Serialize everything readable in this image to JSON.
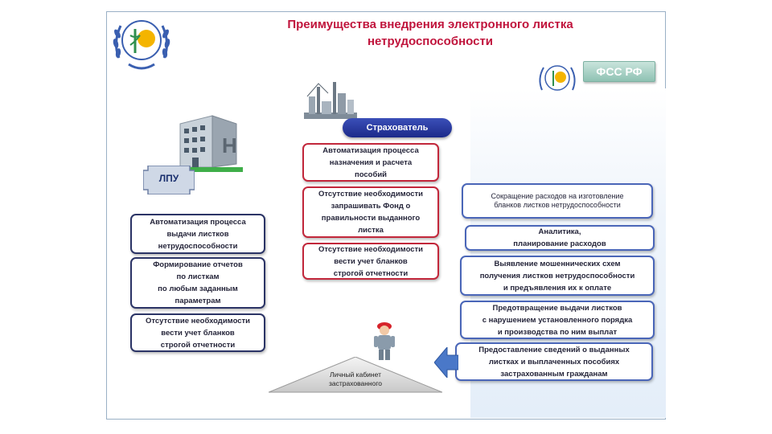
{
  "title": {
    "line1": "Преимущества внедрения электронного листка",
    "line2": "нетрудоспособности"
  },
  "badges": {
    "fss": "ФСС РФ",
    "lpu": "ЛПУ",
    "insurer": "Страхователь",
    "building_letter": "Н"
  },
  "insurer_boxes": [
    {
      "lines": [
        "Автоматизация процесса",
        "назначения и расчета",
        "пособий"
      ]
    },
    {
      "lines": [
        "Отсутствие необходимости",
        "запрашивать Фонд о",
        "правильности выданного",
        "листка"
      ]
    },
    {
      "lines": [
        "Отсутствие необходимости",
        "вести учет бланков",
        "строгой отчетности"
      ]
    }
  ],
  "lpu_boxes": [
    {
      "lines": [
        "Автоматизация процесса",
        "выдачи листков",
        "нетрудоспособности"
      ]
    },
    {
      "lines": [
        "Формирование отчетов",
        "по листкам",
        "по любым заданным",
        "параметрам"
      ]
    },
    {
      "lines": [
        "Отсутствие необходимости",
        "вести учет бланков",
        "строгой отчетности"
      ]
    }
  ],
  "fss_boxes": [
    {
      "lines": [
        "Сокращение расходов на изготовление",
        "бланков листков нетрудоспособности"
      ]
    },
    {
      "lines": [
        "Аналитика,",
        "планирование расходов"
      ]
    },
    {
      "lines": [
        "Выявление мошеннических схем",
        "получения листков нетрудоспособности",
        "и предъявления их к оплате"
      ]
    },
    {
      "lines": [
        "Предотвращение выдачи листков",
        "с нарушением установленного порядка",
        "и производства по ним выплат"
      ]
    },
    {
      "lines": [
        "Предоставление сведений о выданных",
        "листках и выплаченных пособиях",
        "застрахованным гражданам"
      ]
    }
  ],
  "cabinet": {
    "line1": "Личный кабинет",
    "line2": "застрахованного"
  },
  "colors": {
    "title": "#c0143c",
    "insurer_border": "#c2273b",
    "lpu_border": "#2b3466",
    "fss_border": "#4a66b8",
    "insurer_pill": "#1c2a8a",
    "fss_button": "#8fc2b3"
  }
}
